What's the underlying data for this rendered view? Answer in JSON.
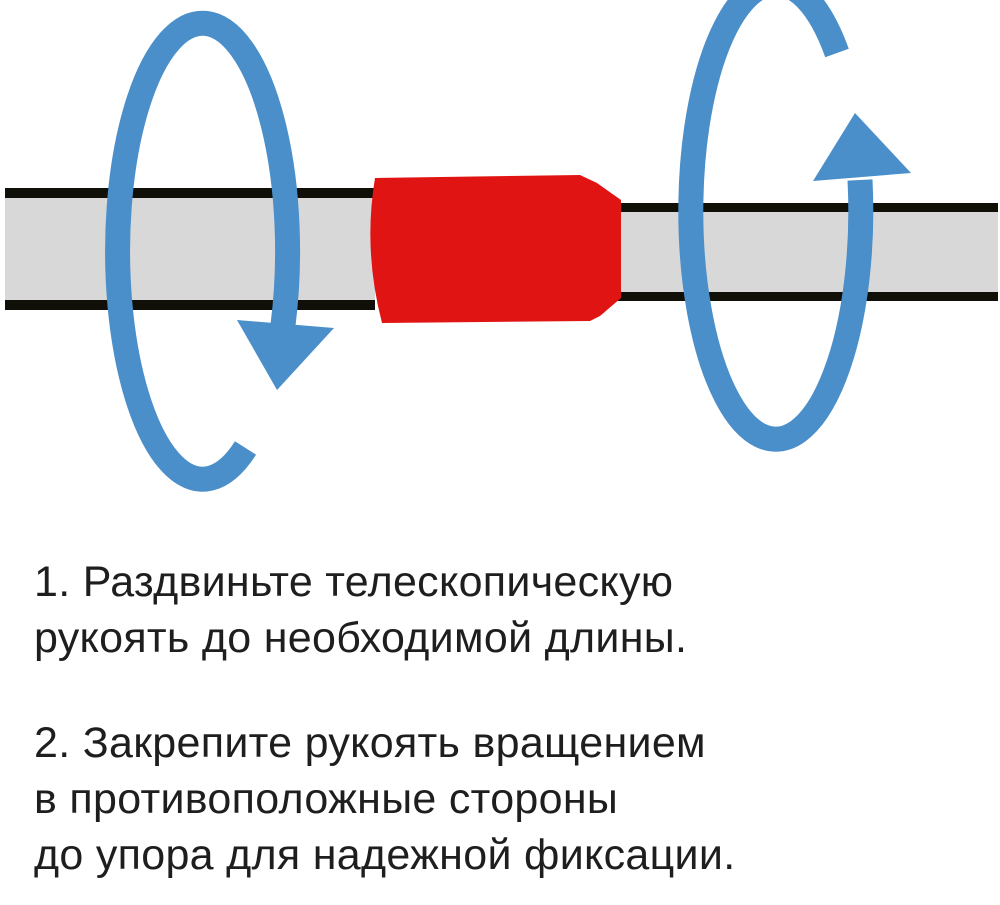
{
  "colors": {
    "arrow": "#4b8fca",
    "sleeve": "#e11414",
    "pipe": "#d9d8d9",
    "outline": "#111008"
  },
  "icons": [
    "rotate-down-arrow-icon",
    "rotate-up-arrow-icon"
  ],
  "steps": [
    {
      "lines": [
        "1. Раздвиньте телескопическую",
        "рукоять до необходимой длины."
      ]
    },
    {
      "lines": [
        "2. Закрепите рукоять вращением",
        "в противоположные стороны",
        "до упора для надежной фиксации."
      ]
    }
  ]
}
